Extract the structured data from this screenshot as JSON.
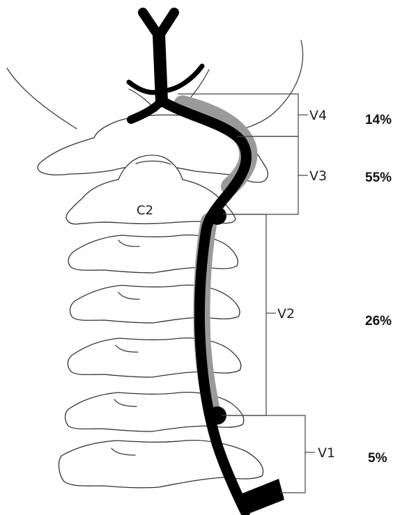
{
  "vertebra_label": "C2",
  "segments": [
    {
      "id": "V4",
      "label": "V4",
      "percent": "14%"
    },
    {
      "id": "V3",
      "label": "V3",
      "percent": "55%"
    },
    {
      "id": "V2",
      "label": "V2",
      "percent": "26%"
    },
    {
      "id": "V1",
      "label": "V1",
      "percent": "5%"
    }
  ],
  "colors": {
    "artery": "#000000",
    "highlight": "#9a9a9a",
    "outline": "#333333"
  }
}
